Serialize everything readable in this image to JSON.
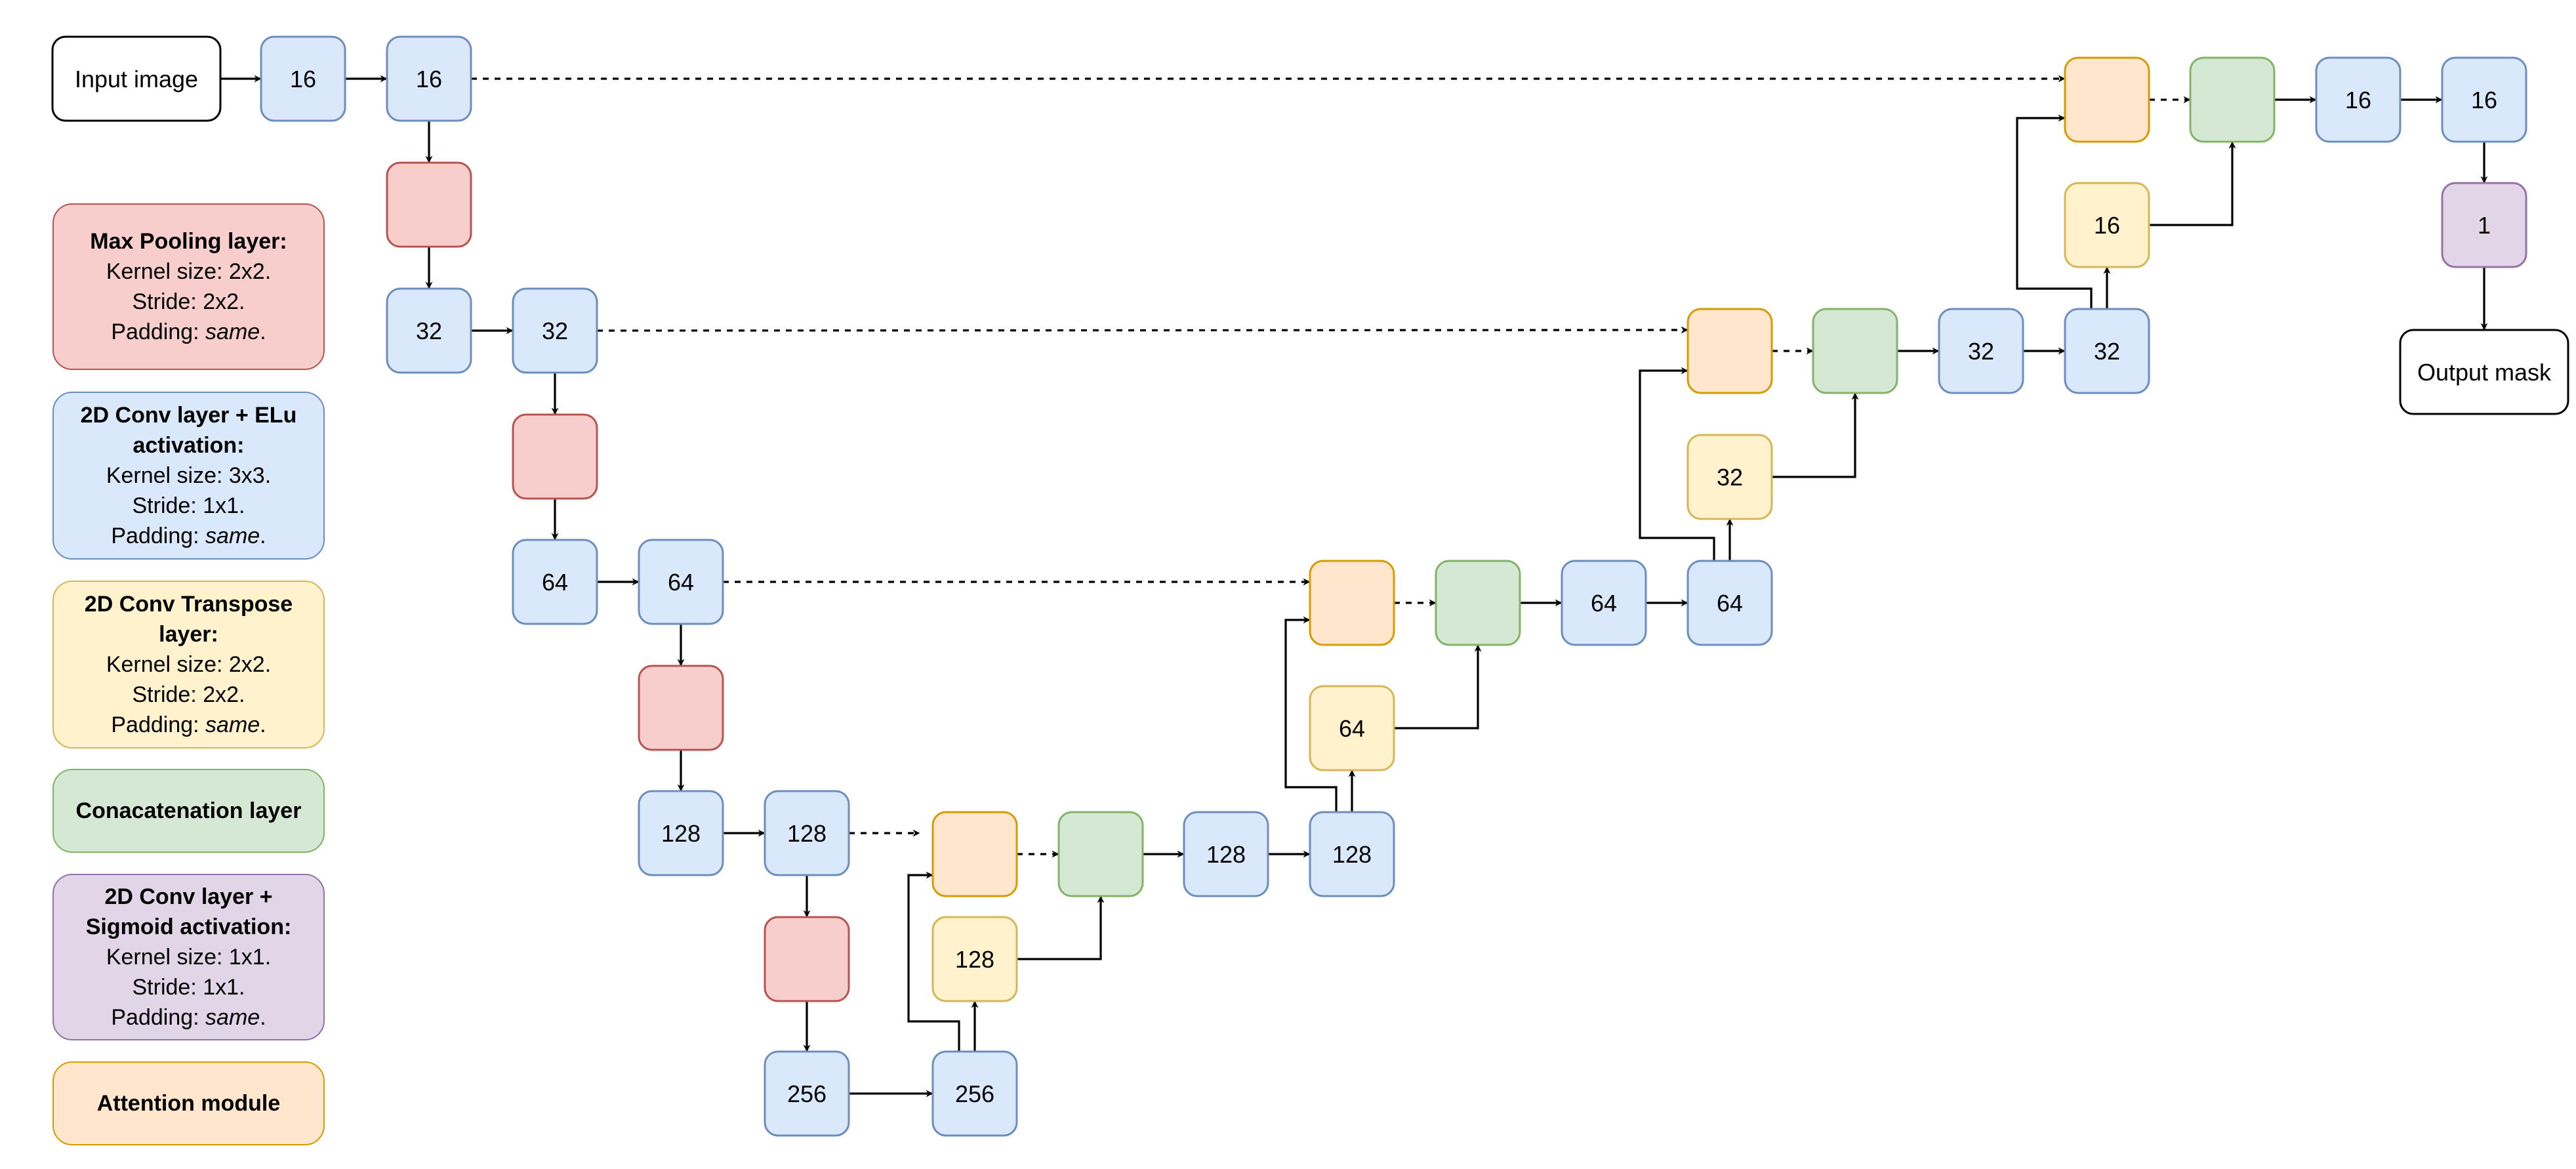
{
  "colors": {
    "conv": {
      "fill": "#dae8fc",
      "stroke": "#6c8ebf"
    },
    "pool": {
      "fill": "#f8cecc",
      "stroke": "#b85450"
    },
    "transpose": {
      "fill": "#fff2cc",
      "stroke": "#d6b656"
    },
    "concat": {
      "fill": "#d5e8d4",
      "stroke": "#82b366"
    },
    "sigmoid": {
      "fill": "#e1d5e7",
      "stroke": "#9673a6"
    },
    "attention": {
      "fill": "#ffe6cc",
      "stroke": "#d79b00"
    },
    "io": {
      "fill": "#ffffff",
      "stroke": "#000000"
    }
  },
  "io": {
    "input": "Input image",
    "output": "Output mask"
  },
  "legend": {
    "pool": {
      "title": "Max Pooling layer:",
      "lines": [
        "Kernel size: 2x2.",
        "Stride: 2x2."
      ],
      "padding_prefix": "Padding: ",
      "padding_value": "same",
      "padding_suffix": "."
    },
    "conv": {
      "title": "2D Conv layer + ELu activation:",
      "lines": [
        "Kernel size: 3x3.",
        "Stride: 1x1."
      ],
      "padding_prefix": "Padding: ",
      "padding_value": "same",
      "padding_suffix": "."
    },
    "transpose": {
      "title": "2D Conv Transpose layer:",
      "lines": [
        "Kernel size: 2x2.",
        "Stride: 2x2."
      ],
      "padding_prefix": "Padding: ",
      "padding_value": "same",
      "padding_suffix": "."
    },
    "concat": {
      "title": "Conacatenation layer"
    },
    "sigmoid": {
      "title": "2D Conv layer + Sigmoid activation:",
      "lines": [
        "Kernel size: 1x1.",
        "Stride: 1x1."
      ],
      "padding_prefix": "Padding: ",
      "padding_value": "same",
      "padding_suffix": "."
    },
    "attention": {
      "title": "Attention module"
    }
  },
  "nodes": {
    "enc1a": {
      "type": "conv",
      "label": "16"
    },
    "enc1b": {
      "type": "conv",
      "label": "16"
    },
    "pool1": {
      "type": "pool",
      "label": ""
    },
    "enc2a": {
      "type": "conv",
      "label": "32"
    },
    "enc2b": {
      "type": "conv",
      "label": "32"
    },
    "pool2": {
      "type": "pool",
      "label": ""
    },
    "enc3a": {
      "type": "conv",
      "label": "64"
    },
    "enc3b": {
      "type": "conv",
      "label": "64"
    },
    "pool3": {
      "type": "pool",
      "label": ""
    },
    "enc4a": {
      "type": "conv",
      "label": "128"
    },
    "enc4b": {
      "type": "conv",
      "label": "128"
    },
    "pool4": {
      "type": "pool",
      "label": ""
    },
    "bot_a": {
      "type": "conv",
      "label": "256"
    },
    "bot_b": {
      "type": "conv",
      "label": "256"
    },
    "up4": {
      "type": "transpose",
      "label": "128"
    },
    "att4": {
      "type": "attention",
      "label": ""
    },
    "cat4": {
      "type": "concat",
      "label": ""
    },
    "dec4a": {
      "type": "conv",
      "label": "128"
    },
    "dec4b": {
      "type": "conv",
      "label": "128"
    },
    "up3": {
      "type": "transpose",
      "label": "64"
    },
    "att3": {
      "type": "attention",
      "label": ""
    },
    "cat3": {
      "type": "concat",
      "label": ""
    },
    "dec3a": {
      "type": "conv",
      "label": "64"
    },
    "dec3b": {
      "type": "conv",
      "label": "64"
    },
    "up2": {
      "type": "transpose",
      "label": "32"
    },
    "att2": {
      "type": "attention",
      "label": ""
    },
    "cat2": {
      "type": "concat",
      "label": ""
    },
    "dec2a": {
      "type": "conv",
      "label": "32"
    },
    "dec2b": {
      "type": "conv",
      "label": "32"
    },
    "up1": {
      "type": "transpose",
      "label": "16"
    },
    "att1": {
      "type": "attention",
      "label": ""
    },
    "cat1": {
      "type": "concat",
      "label": ""
    },
    "dec1a": {
      "type": "conv",
      "label": "16"
    },
    "dec1b": {
      "type": "conv",
      "label": "16"
    },
    "final": {
      "type": "sigmoid",
      "label": "1"
    }
  }
}
